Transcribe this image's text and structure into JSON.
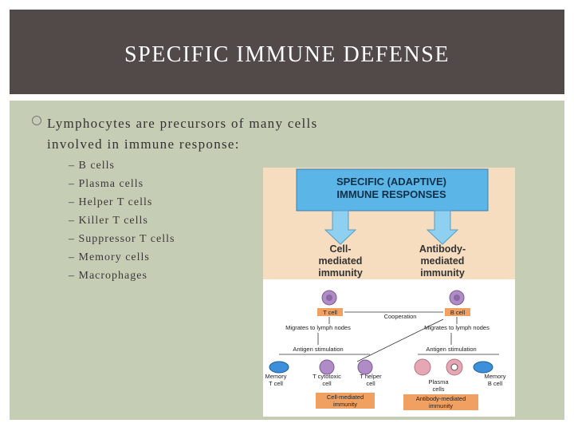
{
  "title": "SPECIFIC IMMUNE DEFENSE",
  "bullet": {
    "line1": "Lymphocytes are precursors of many cells",
    "line2": "involved in immune response:"
  },
  "sub_items": [
    "– B cells",
    "– Plasma cells",
    "– Helper T cells",
    "– Killer T cells",
    "– Suppressor T cells",
    "– Memory cells",
    "– Macrophages"
  ],
  "diagram": {
    "heading_line1": "SPECIFIC (ADAPTIVE)",
    "heading_line2": "IMMUNE RESPONSES",
    "left_branch": [
      "Cell-",
      "mediated",
      "immunity"
    ],
    "right_branch": [
      "Antibody-",
      "mediated",
      "immunity"
    ],
    "t_cell": "T cell",
    "b_cell": "B cell",
    "cooperation": "Cooperation",
    "migrates_left": "Migrates to lymph nodes",
    "migrates_right": "Migrates to lymph nodes",
    "antigen_left": "Antigen stimulation",
    "antigen_right": "Antigen stimulation",
    "memory_t": [
      "Memory",
      "T cell"
    ],
    "cytotoxic_t": [
      "T cytotoxic",
      "cell"
    ],
    "helper_t": [
      "T helper",
      "cell"
    ],
    "plasma": [
      "Plasma",
      "cells"
    ],
    "memory_b": [
      "Memory",
      "B cell"
    ],
    "cell_mediated_box": [
      "Cell-mediated",
      "immunity"
    ],
    "antibody_mediated_box": [
      "Antibody-mediated",
      "immunity"
    ],
    "colors": {
      "header_blue": "#5bb5e6",
      "arrow_blue": "#8fd0f0",
      "upper_bg": "#f7ddc0",
      "label_orange": "#f0a060",
      "cell_purple": "#b08cc6",
      "memory_blue": "#3c8fd8",
      "plasma_pink": "#e7a6b4"
    }
  }
}
